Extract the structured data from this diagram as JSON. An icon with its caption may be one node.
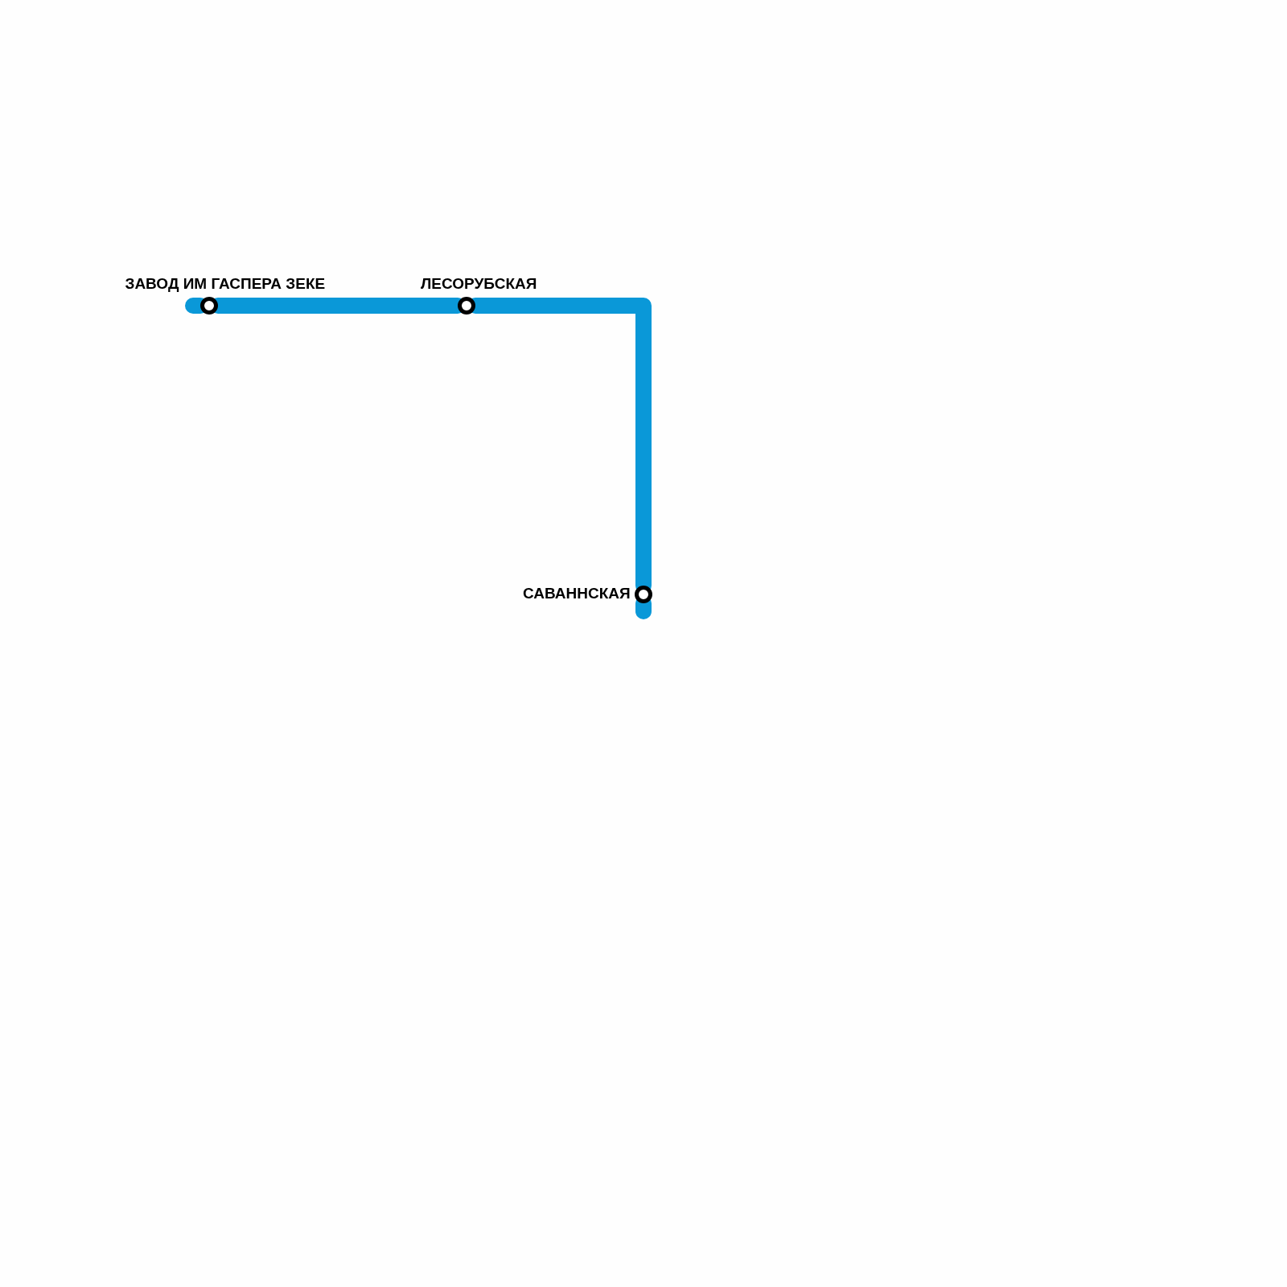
{
  "diagram": {
    "nodes": [
      {
        "text": [
          "ЗАВОД ИМ ГАСПЕРА ЗЕКЕ"
        ]
      },
      {
        "text": [
          "ЛЕСОРУБСКАЯ"
        ]
      },
      {
        "text": [
          "САВАННСКАЯ"
        ]
      }
    ],
    "edges": [
      {
        "from": 0,
        "to": 1,
        "arrow": "none"
      },
      {
        "from": 1,
        "to": 2,
        "arrow": "none"
      }
    ]
  }
}
